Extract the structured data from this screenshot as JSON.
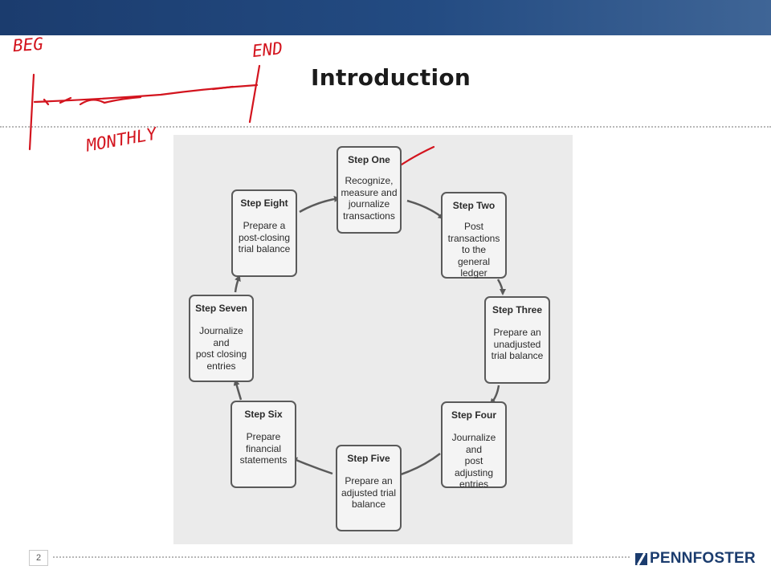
{
  "slide": {
    "title": "Introduction",
    "page_number": "2",
    "logo_text": "PENNFOSTER"
  },
  "colors": {
    "top_bar": "#1b3c6e",
    "annotation_red": "#d3141e",
    "brand_blue": "#1b3c6e"
  },
  "annotations": {
    "beg": "BEG",
    "end": "END",
    "monthly": "MONTHLY"
  },
  "cycle": {
    "steps": [
      {
        "title": "Step One",
        "desc": [
          "Recognize,",
          "measure and",
          "journalize",
          "transactions"
        ]
      },
      {
        "title": "Step Two",
        "desc": [
          "Post",
          "transactions",
          "to the general",
          "ledger"
        ]
      },
      {
        "title": "Step Three",
        "desc": [
          "Prepare an",
          "unadjusted",
          "trial balance"
        ]
      },
      {
        "title": "Step Four",
        "desc": [
          "Journalize and",
          "post adjusting",
          "entries"
        ]
      },
      {
        "title": "Step Five",
        "desc": [
          "Prepare an",
          "adjusted trial",
          "balance"
        ]
      },
      {
        "title": "Step Six",
        "desc": [
          "Prepare",
          "financial",
          "statements"
        ]
      },
      {
        "title": "Step Seven",
        "desc": [
          "Journalize and",
          "post closing",
          "entries"
        ]
      },
      {
        "title": "Step Eight",
        "desc": [
          "Prepare a",
          "post-closing",
          "trial balance"
        ]
      }
    ]
  }
}
